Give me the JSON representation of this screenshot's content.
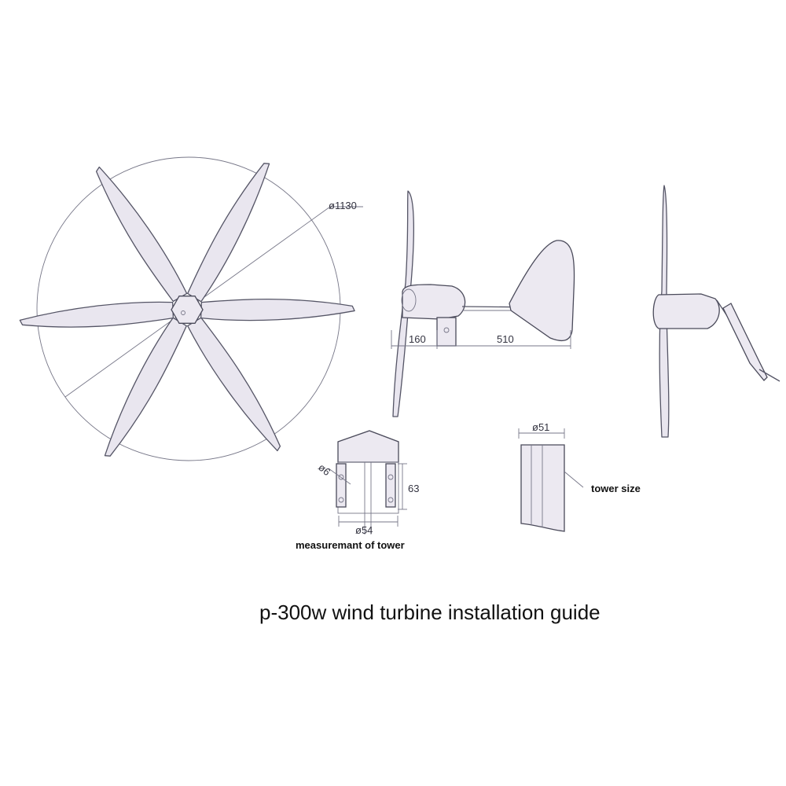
{
  "dimensions": {
    "rotor_diameter": "ø1130",
    "hub_length": "160",
    "tail_length": "510",
    "bolt_hole": "ø6",
    "bracket_height": "63",
    "bracket_width": "ø54",
    "tower_diameter": "ø51"
  },
  "labels": {
    "measurement": "measuremant of tower",
    "tower_size": "tower size",
    "title": "p-300w wind turbine installation guide"
  },
  "colors": {
    "line": "#555566",
    "fill": "#e9e6ef",
    "text": "#111111"
  }
}
